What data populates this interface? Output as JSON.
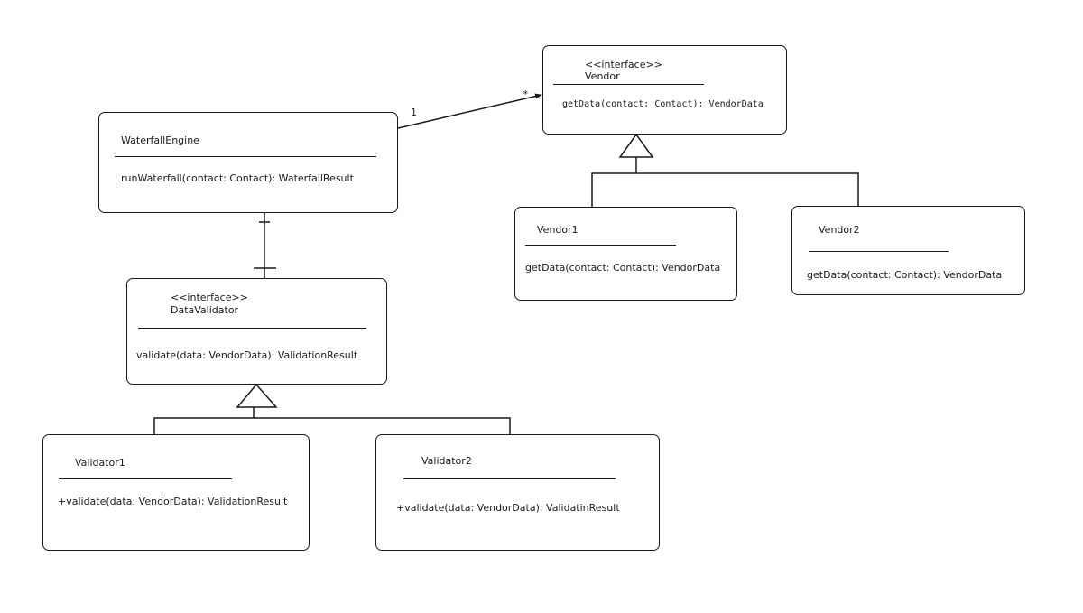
{
  "classes": {
    "vendor": {
      "stereotype": "<<interface>>",
      "name": "Vendor",
      "method": "getData(contact: Contact): VendorData"
    },
    "waterfall_engine": {
      "name": "WaterfallEngine",
      "method": "runWaterfall(contact: Contact): WaterfallResult"
    },
    "vendor1": {
      "name": "Vendor1",
      "method": "getData(contact: Contact): VendorData"
    },
    "vendor2": {
      "name": "Vendor2",
      "method": "getData(contact: Contact): VendorData"
    },
    "data_validator": {
      "stereotype": "<<interface>>",
      "name": "DataValidator",
      "method": "validate(data: VendorData): ValidationResult"
    },
    "validator1": {
      "name": "Validator1",
      "method": "+validate(data: VendorData): ValidationResult"
    },
    "validator2": {
      "name": "Validator2",
      "method": "+validate(data: VendorData): ValidatinResult"
    }
  },
  "associations": {
    "engine_vendor": {
      "source_multiplicity": "1",
      "target_multiplicity": "*"
    }
  },
  "colors": {
    "stroke": "#1a1a1a",
    "background": "#ffffff"
  }
}
